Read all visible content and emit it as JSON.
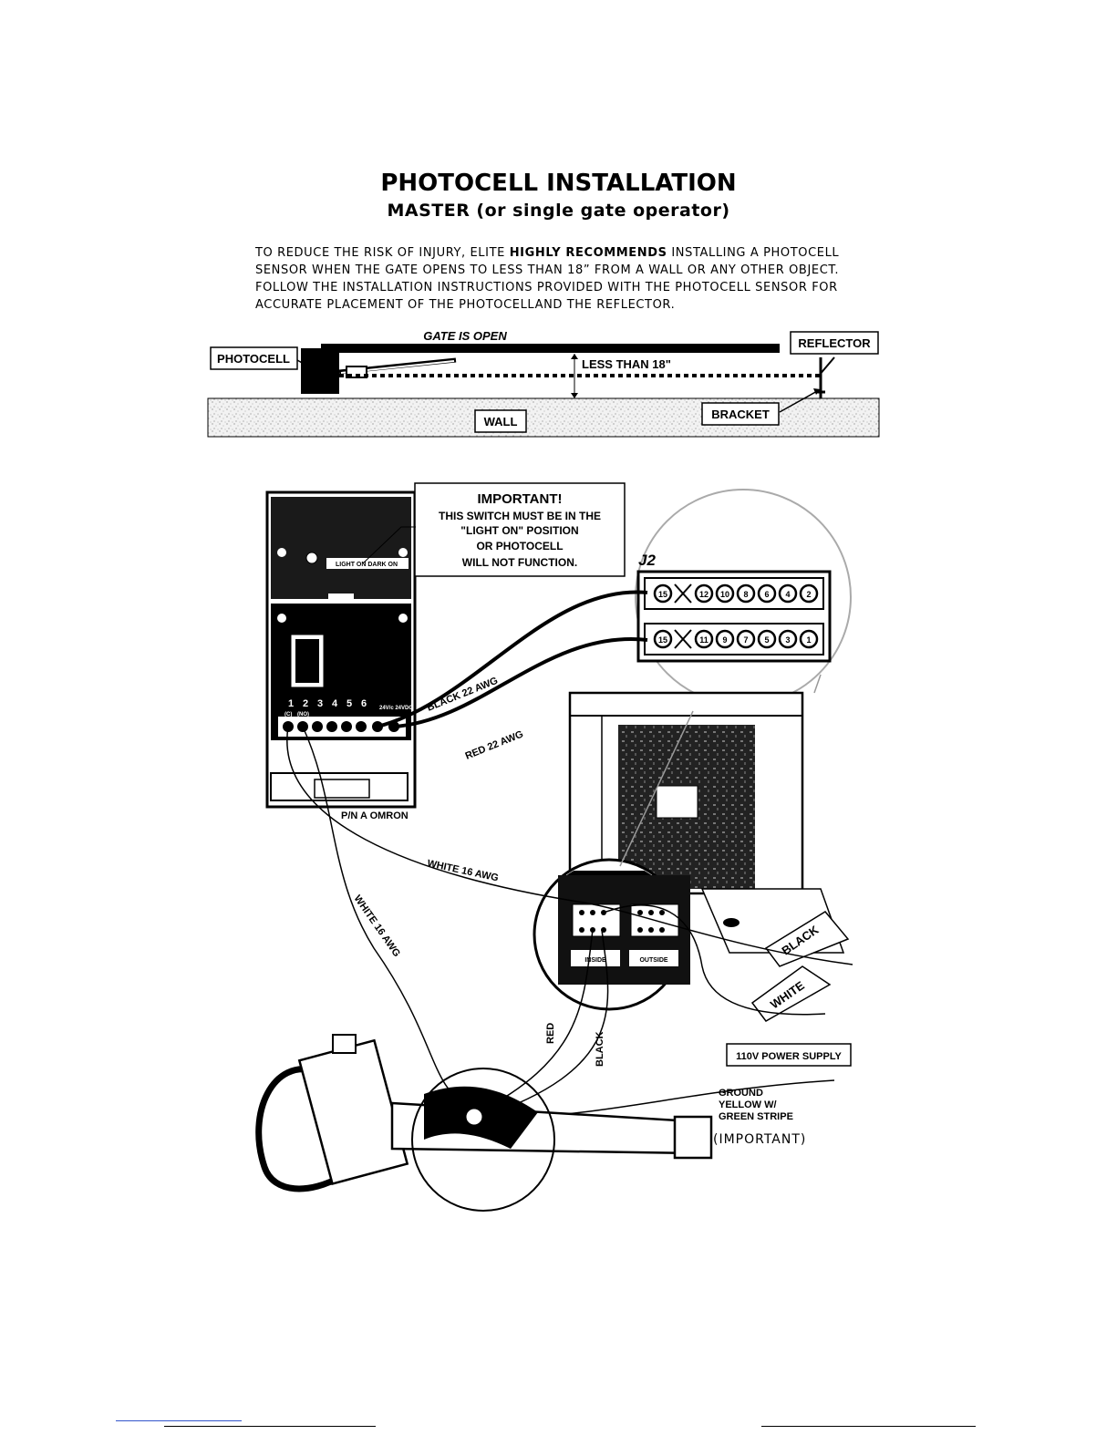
{
  "header": {
    "title": "PHOTOCELL INSTALLATION",
    "subtitle": "MASTER (or single gate operator)"
  },
  "warning": {
    "line1_a": "TO REDUCE THE RISK OF INJURY, ELITE ",
    "line1_bold": "HIGHLY RECOMMENDS",
    "line1_b": " INSTALLING A PHOTOCELL",
    "line2": "SENSOR WHEN THE GATE OPENS TO LESS THAN 18” FROM A WALL OR ANY OTHER OBJECT.",
    "line3": "FOLLOW THE INSTALLATION INSTRUCTIONS PROVIDED WITH THE PHOTOCELL SENSOR FOR",
    "line4": "ACCURATE PLACEMENT OF THE PHOTOCELLAND THE REFLECTOR."
  },
  "top_diagram": {
    "gate_open": "GATE IS OPEN",
    "photocell": "PHOTOCELL",
    "less_than": "LESS THAN 18\"",
    "reflector": "REFLECTOR",
    "bracket": "BRACKET",
    "wall": "WALL"
  },
  "wiring_diagram": {
    "important_title": "IMPORTANT!",
    "important_l1": "THIS SWITCH MUST BE IN THE",
    "important_l2": "\"LIGHT ON\" POSITION",
    "important_l3": "OR PHOTOCELL",
    "important_l4": "WILL NOT FUNCTION.",
    "switch_label": "LIGHT ON  DARK ON",
    "j2": "J2",
    "j2_top_pins": [
      "15",
      "",
      "12",
      "10",
      "8",
      "6",
      "4",
      "2"
    ],
    "j2_bottom_pins": [
      "15",
      "",
      "11",
      "9",
      "7",
      "5",
      "3",
      "1"
    ],
    "terminal_numbers": [
      "1",
      "2",
      "3",
      "4",
      "5",
      "6"
    ],
    "terminal_sub_1": "(C)",
    "terminal_sub_2": "(NO)",
    "terminal_power": "24V/c 24VDC",
    "black_22": "BLACK 22 AWG",
    "red_22": "RED 22 AWG",
    "pn": "P/N A OMRON",
    "white_16_a": "WHITE 16 AWG",
    "white_16_b": "WHITE 16 AWG",
    "inside": "INSIDE",
    "outside": "OUTSIDE",
    "black_tag": "BLACK",
    "white_tag": "WHITE",
    "red_wire": "RED",
    "black_wire": "BLACK",
    "power_supply": "110V POWER SUPPLY",
    "ground_1": "GROUND",
    "ground_2": "YELLOW W/",
    "ground_3": "GREEN STRIPE",
    "important_note": "(IMPORTANT)"
  }
}
